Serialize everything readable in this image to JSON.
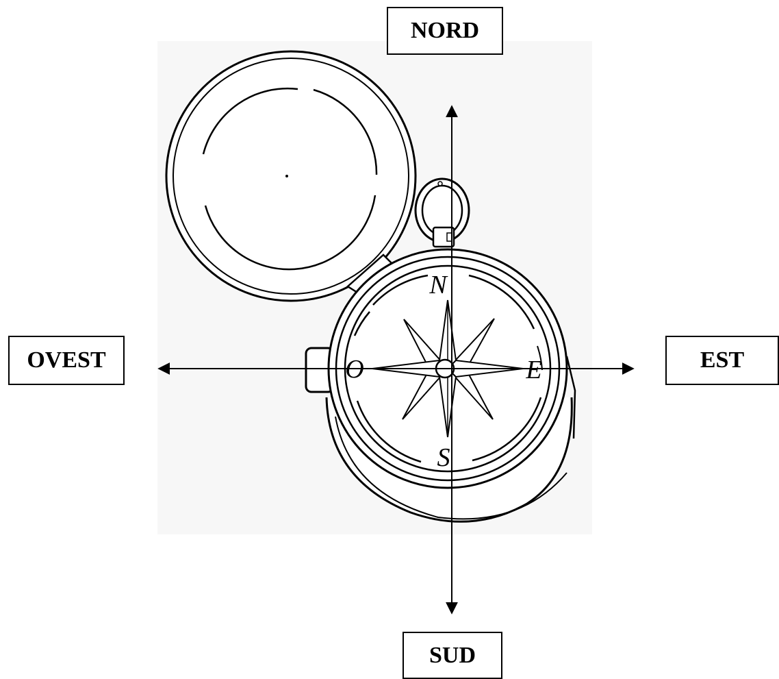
{
  "directions": {
    "north": "NORD",
    "south": "SUD",
    "east": "EST",
    "west": "OVEST"
  },
  "compass_letters": {
    "north": "N",
    "south": "S",
    "east": "E",
    "west": "O"
  },
  "colors": {
    "line": "#000000",
    "picture_background": "#f7f7f7",
    "page_background": "#ffffff"
  },
  "icons": [
    "compass-icon",
    "compass-rose-icon",
    "arrow-north-icon",
    "arrow-south-icon",
    "arrow-east-icon",
    "arrow-west-icon"
  ]
}
